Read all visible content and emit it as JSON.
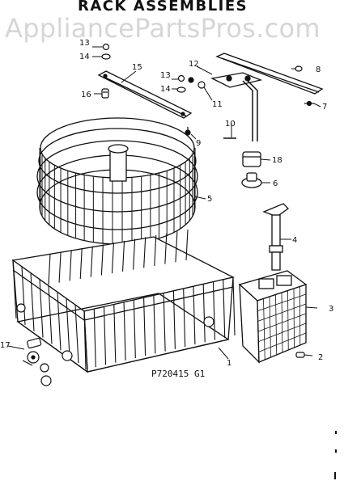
{
  "title": "RACK ASSEMBLIES",
  "watermark": "AppliancePartsPros.com",
  "figure_code": "P720415 G1",
  "callouts": [
    {
      "label": "1"
    },
    {
      "label": "2"
    },
    {
      "label": "3"
    },
    {
      "label": "4"
    },
    {
      "label": "5"
    },
    {
      "label": "6"
    },
    {
      "label": "7"
    },
    {
      "label": "8"
    },
    {
      "label": "9"
    },
    {
      "label": "10"
    },
    {
      "label": "11"
    },
    {
      "label": "12"
    },
    {
      "label": "13"
    },
    {
      "label": "14"
    },
    {
      "label": "15"
    },
    {
      "label": "16"
    },
    {
      "label": "17"
    },
    {
      "label": "18"
    }
  ]
}
